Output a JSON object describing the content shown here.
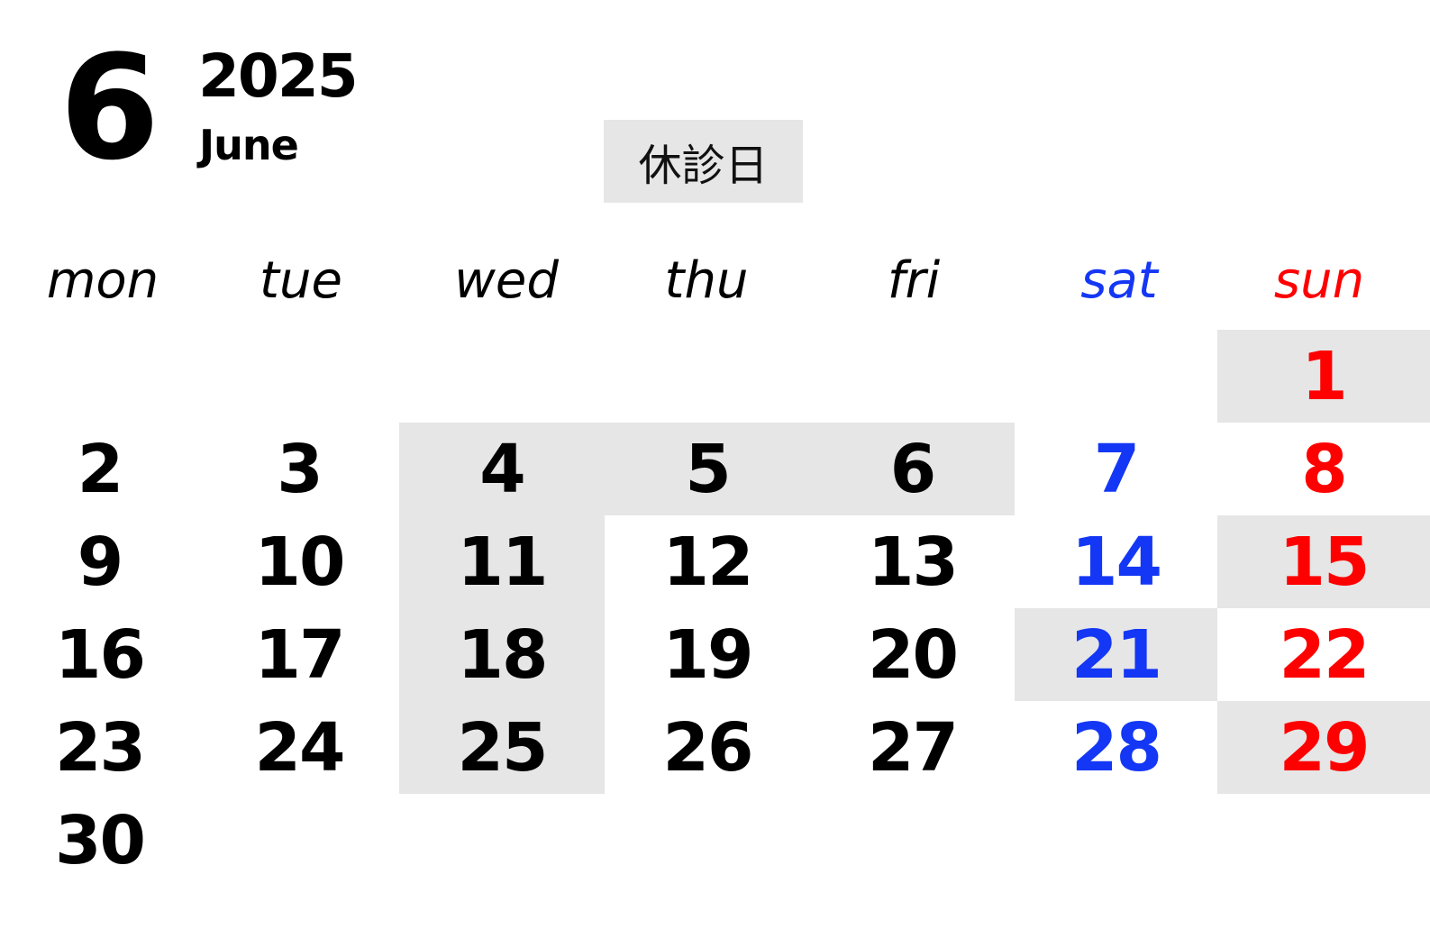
{
  "header": {
    "month_number": "6",
    "year": "2025",
    "month_name": "June",
    "legend_label": "休診日"
  },
  "weekdays": [
    "mon",
    "tue",
    "wed",
    "thu",
    "fri",
    "sat",
    "sun"
  ],
  "colors": {
    "saturday": "#1437f5",
    "sunday": "#ff0000",
    "closed_background": "#e6e6e6",
    "text": "#000000"
  },
  "calendar": {
    "first_weekday_index": 6,
    "days_in_month": 30,
    "closed_days": [
      1,
      4,
      5,
      6,
      11,
      15,
      18,
      21,
      25,
      29
    ]
  }
}
